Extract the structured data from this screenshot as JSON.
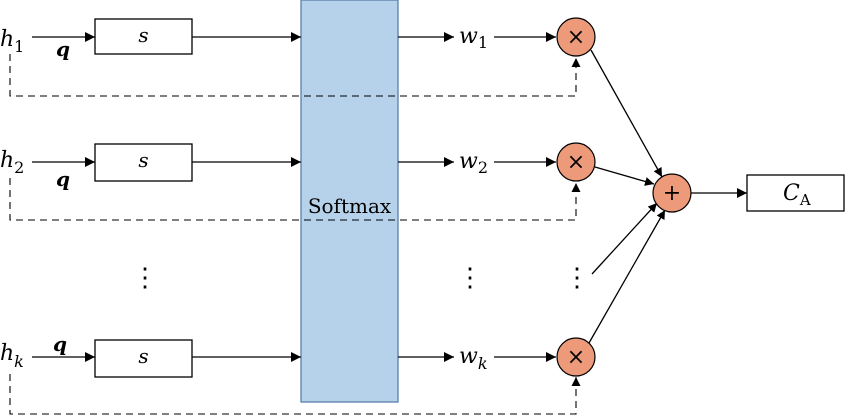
{
  "colors": {
    "softmax_fill": "#b6d1ea",
    "softmax_stroke": "#5b7fae",
    "node_fill": "#ec9a7a",
    "line": "#000000"
  },
  "rows": [
    {
      "h_base": "h",
      "h_sub": "1",
      "q": "q",
      "s": "s",
      "w_base": "w",
      "w_sub": "1"
    },
    {
      "h_base": "h",
      "h_sub": "2",
      "q": "q",
      "s": "s",
      "w_base": "w",
      "w_sub": "2"
    },
    {
      "h_base": "h",
      "h_sub": "k",
      "q": "q",
      "s": "s",
      "w_base": "w",
      "w_sub": "k"
    }
  ],
  "softmax_label": "Softmax",
  "multiply_symbol": "×",
  "sum_symbol": "+",
  "ellipsis": "⋮",
  "output": {
    "base": "C",
    "sub": "A"
  }
}
